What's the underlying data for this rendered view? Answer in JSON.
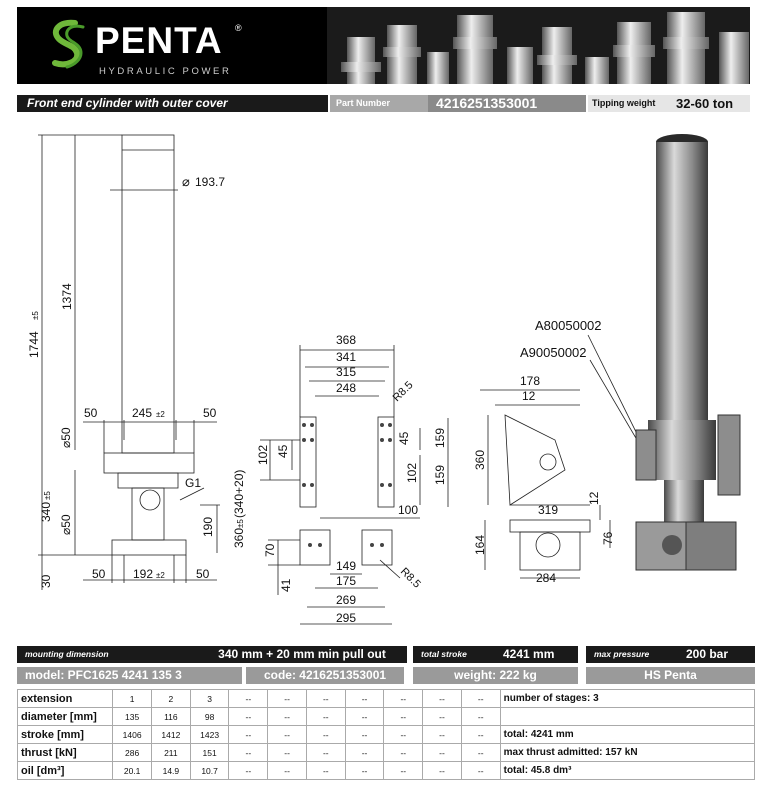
{
  "brand": {
    "name": "PENTA",
    "registered": "®",
    "tagline": "HYDRAULIC POWER"
  },
  "title_bar": {
    "title": "Front end cylinder with outer cover",
    "part_number_label": "Part Number",
    "part_number": "4216251353001",
    "tipping_weight_label": "Tipping weight",
    "tipping_weight": "32-60 ton"
  },
  "drawing": {
    "dims": {
      "total_length": "1744",
      "total_length_tol": "±5",
      "length_1374": "1374",
      "diam_top": "193.7",
      "w50a": "50",
      "w245": "245",
      "w245_tol": "±2",
      "w50b": "50",
      "phi50_top": "50",
      "h340": "340",
      "h340_tol": "±5",
      "phi50_bot": "50",
      "g1": "G1",
      "h190": "190",
      "h30": "30",
      "w50c": "50",
      "w192": "192",
      "w192_tol": "±2",
      "w50d": "50",
      "b368": "368",
      "b341": "341",
      "b315": "315",
      "b248": "248",
      "r85a": "R8.5",
      "h102a": "102",
      "h45a": "45",
      "h45b": "45",
      "h159a": "159",
      "h102b": "102",
      "h159b": "159",
      "h360": "360",
      "h360_tol": "±5",
      "h360_paren": "(340+20)",
      "w100": "100",
      "h70": "70",
      "h41": "41",
      "w149": "149",
      "w175": "175",
      "r85b": "R8.5",
      "w269": "269",
      "w295": "295",
      "ref1": "A80050002",
      "ref2": "A90050002",
      "w178": "178",
      "w12a": "12",
      "h360b": "360",
      "w319": "319",
      "h12b": "12",
      "h164": "164",
      "h76": "76",
      "w284": "284"
    }
  },
  "specs": {
    "mounting_label": "mounting dimension",
    "mounting_value": "340 mm + 20 mm min pull out",
    "stroke_label": "total stroke",
    "stroke_value": "4241 mm",
    "pressure_label": "max pressure",
    "pressure_value": "200 bar",
    "model": "model: PFC1625 4241 135 3",
    "code": "code: 4216251353001",
    "weight": "weight: 222 kg",
    "hs": "HS Penta"
  },
  "table": {
    "rows": [
      {
        "label": "extension",
        "values": [
          "1",
          "2",
          "3",
          "--",
          "--",
          "--",
          "--",
          "--",
          "--",
          "--"
        ],
        "note": "number of stages: 3"
      },
      {
        "label": "diameter [mm]",
        "values": [
          "135",
          "116",
          "98",
          "--",
          "--",
          "--",
          "--",
          "--",
          "--",
          "--"
        ],
        "note": ""
      },
      {
        "label": "stroke [mm]",
        "values": [
          "1406",
          "1412",
          "1423",
          "--",
          "--",
          "--",
          "--",
          "--",
          "--",
          "--"
        ],
        "note": "total: 4241 mm"
      },
      {
        "label": "thrust [kN]",
        "values": [
          "286",
          "211",
          "151",
          "--",
          "--",
          "--",
          "--",
          "--",
          "--",
          "--"
        ],
        "note": "max thrust admitted: 157 kN"
      },
      {
        "label": "oil [dm³]",
        "values": [
          "20.1",
          "14.9",
          "10.7",
          "--",
          "--",
          "--",
          "--",
          "--",
          "--",
          "--"
        ],
        "note": "total: 45.8 dm³"
      }
    ]
  }
}
